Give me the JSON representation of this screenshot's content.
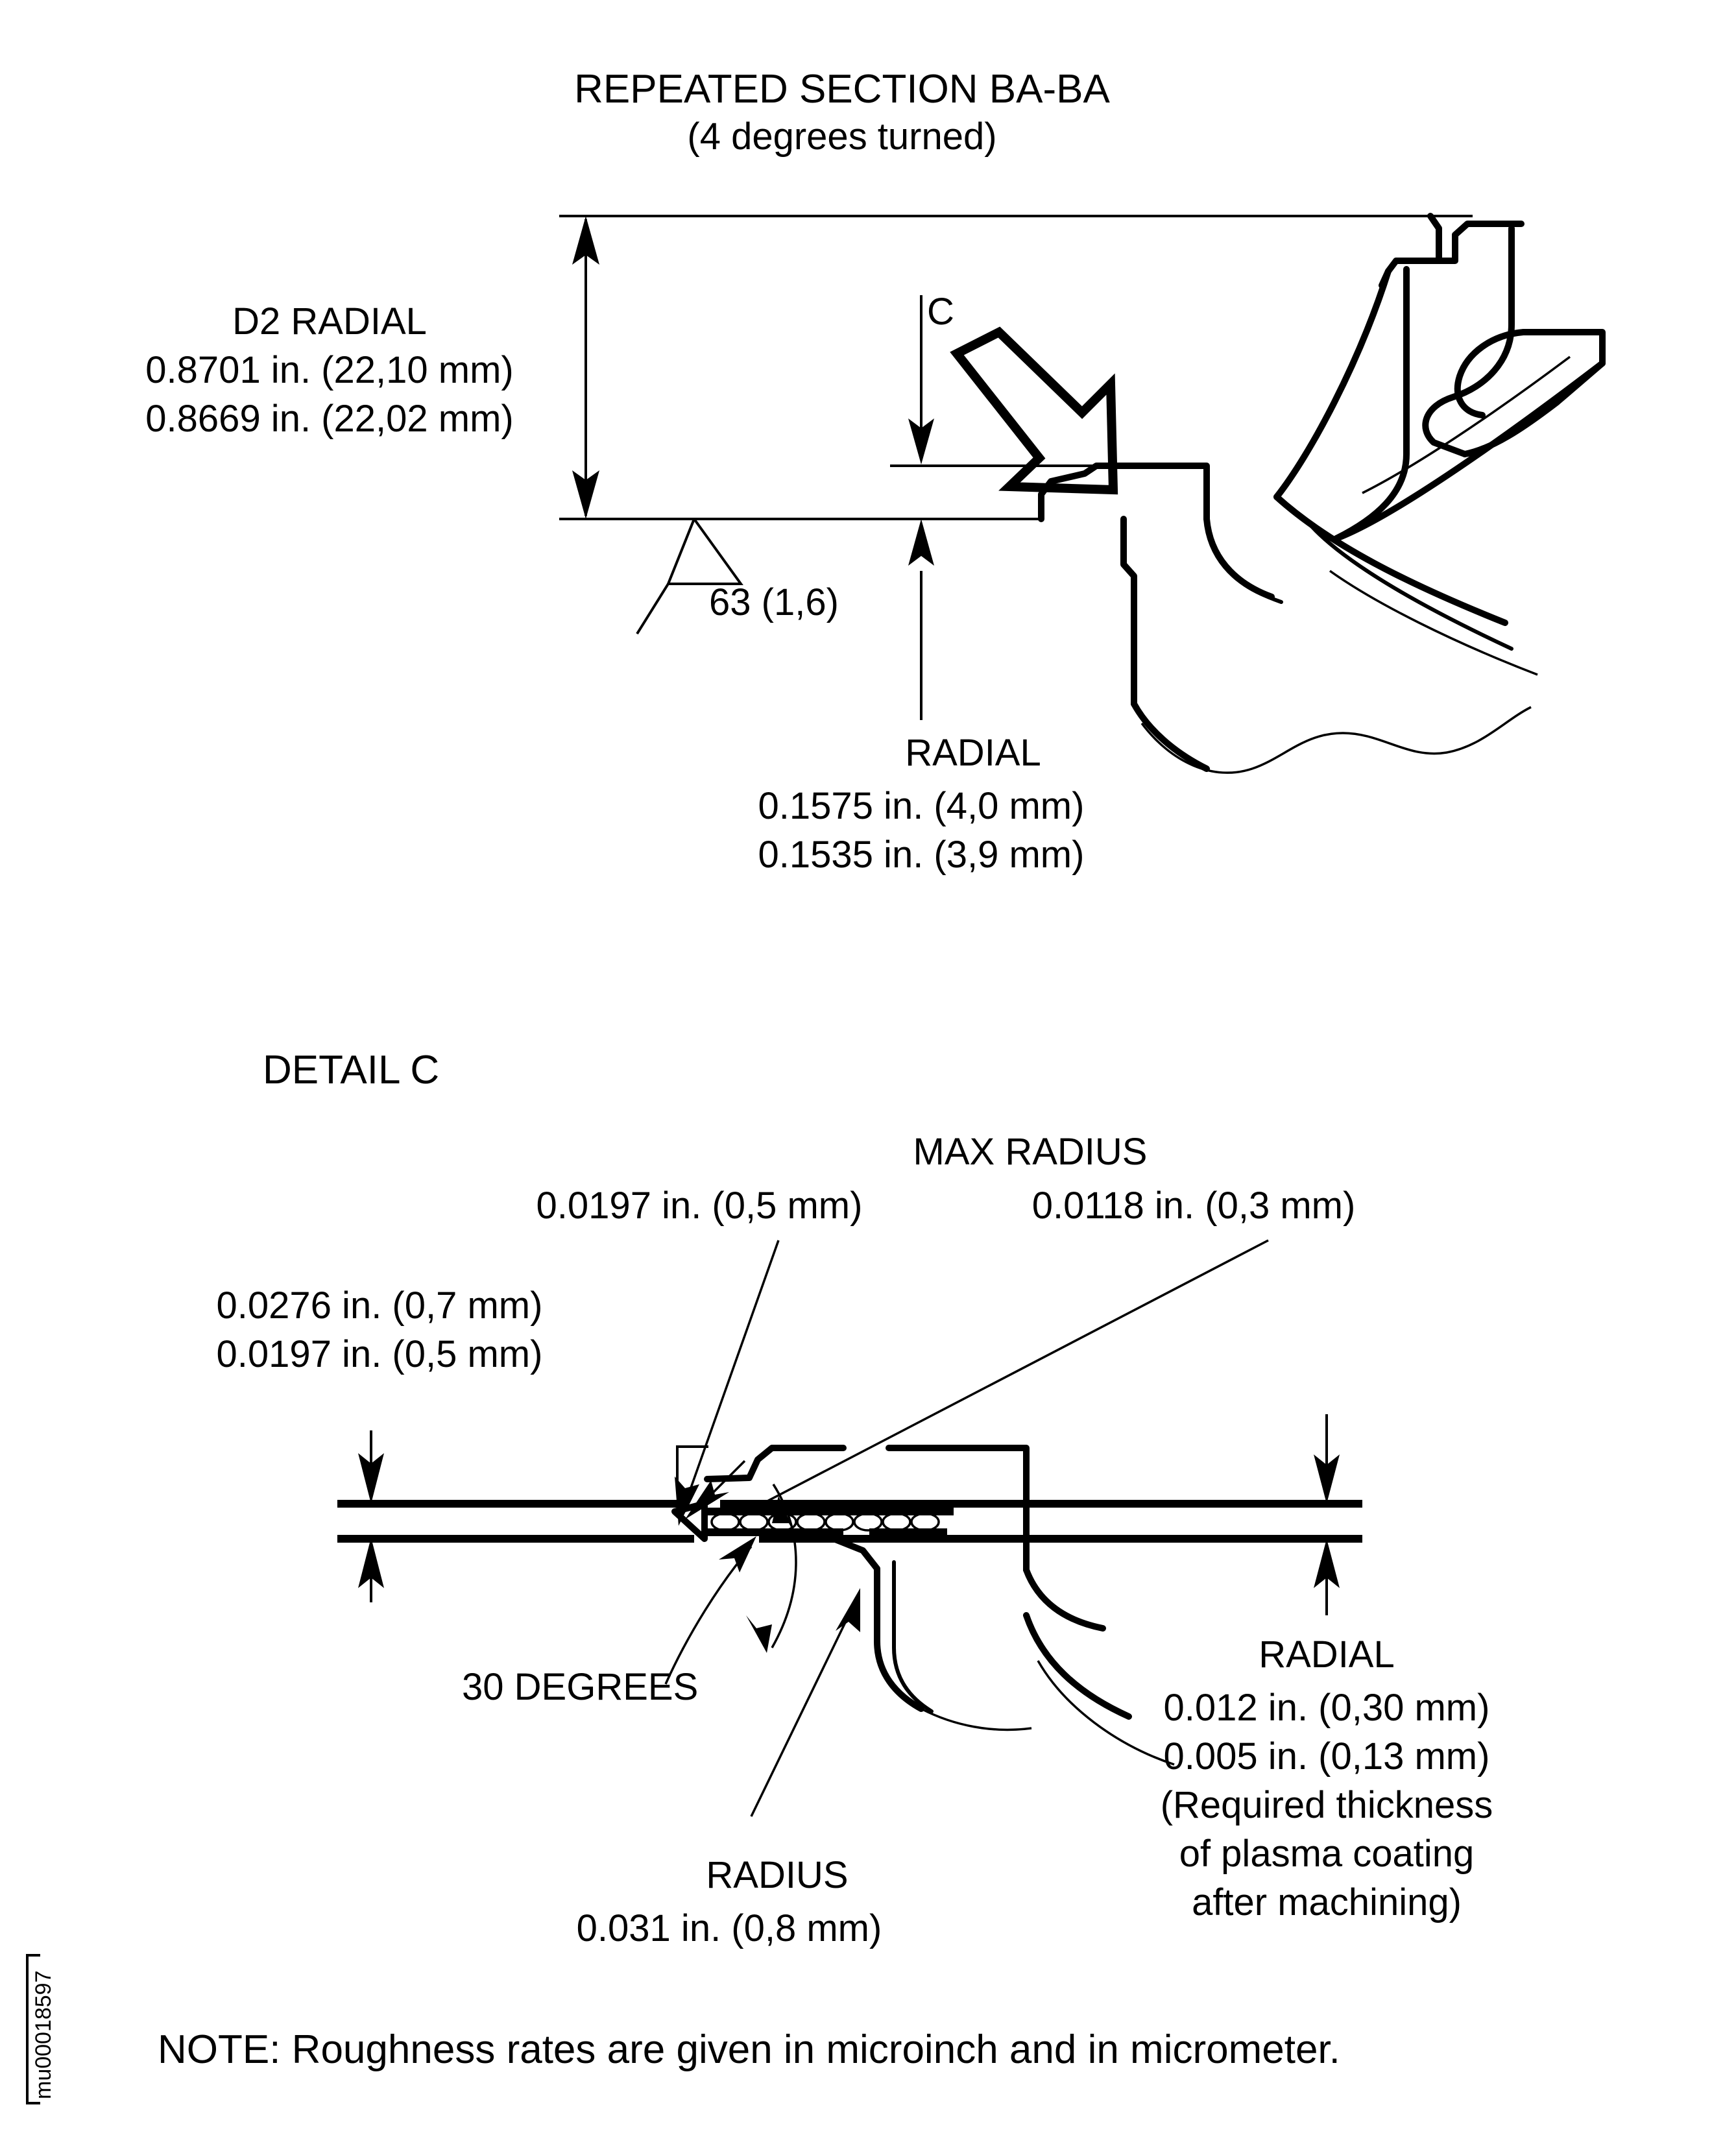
{
  "document": {
    "note": "NOTE: Roughness rates are given in microinch and in micrometer.",
    "figure_id": "mu00018597"
  },
  "section_view": {
    "title": "REPEATED SECTION BA-BA",
    "subtitle": "(4 degrees turned)",
    "detail_arrow_label": "C",
    "d2_radial": {
      "label": "D2 RADIAL",
      "max": "0.8701 in. (22,10 mm)",
      "min": "0.8669 in. (22,02 mm)"
    },
    "surface_finish": "63 (1,6)",
    "radial_callout": {
      "label": "RADIAL",
      "max": "0.1575 in. (4,0 mm)",
      "min": "0.1535 in. (3,9 mm)"
    }
  },
  "detail_view": {
    "title": "DETAIL C",
    "max_radius_label": "MAX RADIUS",
    "radius_left": "0.0197 in. (0,5 mm)",
    "radius_right": "0.0118 in. (0,3 mm)",
    "left_dim": {
      "max": "0.0276 in. (0,7 mm)",
      "min": "0.0197 in. (0,5 mm)"
    },
    "angle_label": "30 DEGREES",
    "radius_callout": {
      "label": "RADIUS",
      "value": "0.031 in. (0,8 mm)"
    },
    "coating_callout": {
      "label": "RADIAL",
      "max": "0.012 in. (0,30 mm)",
      "min": "0.005 in. (0,13 mm)",
      "note_line1": "(Required thickness",
      "note_line2": "of plasma coating",
      "note_line3": "after machining)"
    }
  },
  "colors": {
    "ink": "#000000",
    "paper": "#ffffff"
  }
}
